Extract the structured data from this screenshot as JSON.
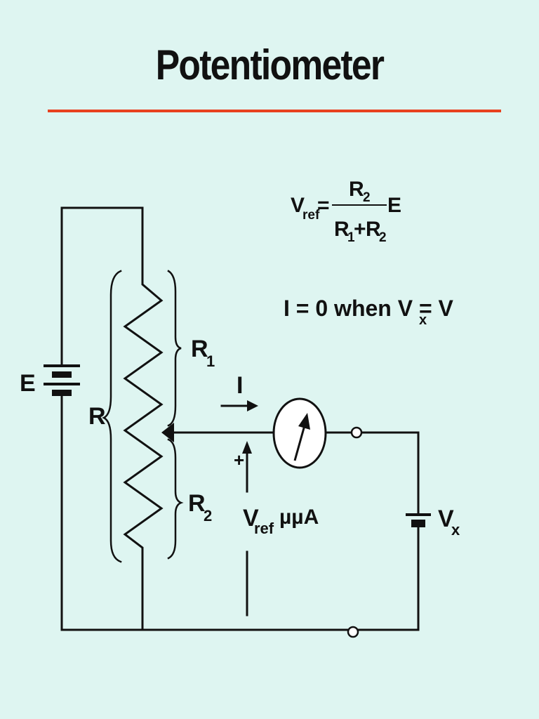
{
  "title": "Potentiometer",
  "colors": {
    "background": "#def5f1",
    "rule": "#e8411f",
    "ink": "#111111"
  },
  "formula": {
    "lhs_main": "V",
    "lhs_sub": "ref",
    "equals": "=",
    "num_main": "R",
    "num_sub": "2",
    "den1_main": "R",
    "den1_sub": "1",
    "plus": "+",
    "den2_main": "R",
    "den2_sub": "2",
    "factor": "E"
  },
  "condition": {
    "text": "I = 0 when V = V",
    "sub": "x"
  },
  "labels": {
    "E": "E",
    "R": "R",
    "R1_main": "R",
    "R1_sub": "1",
    "R2_main": "R",
    "R2_sub": "2",
    "I": "I",
    "plus_sign": "+",
    "vref_main": "V",
    "vref_sub": "ref",
    "meter": "µµA",
    "Vx_main": "V",
    "Vx_sub": "x"
  }
}
